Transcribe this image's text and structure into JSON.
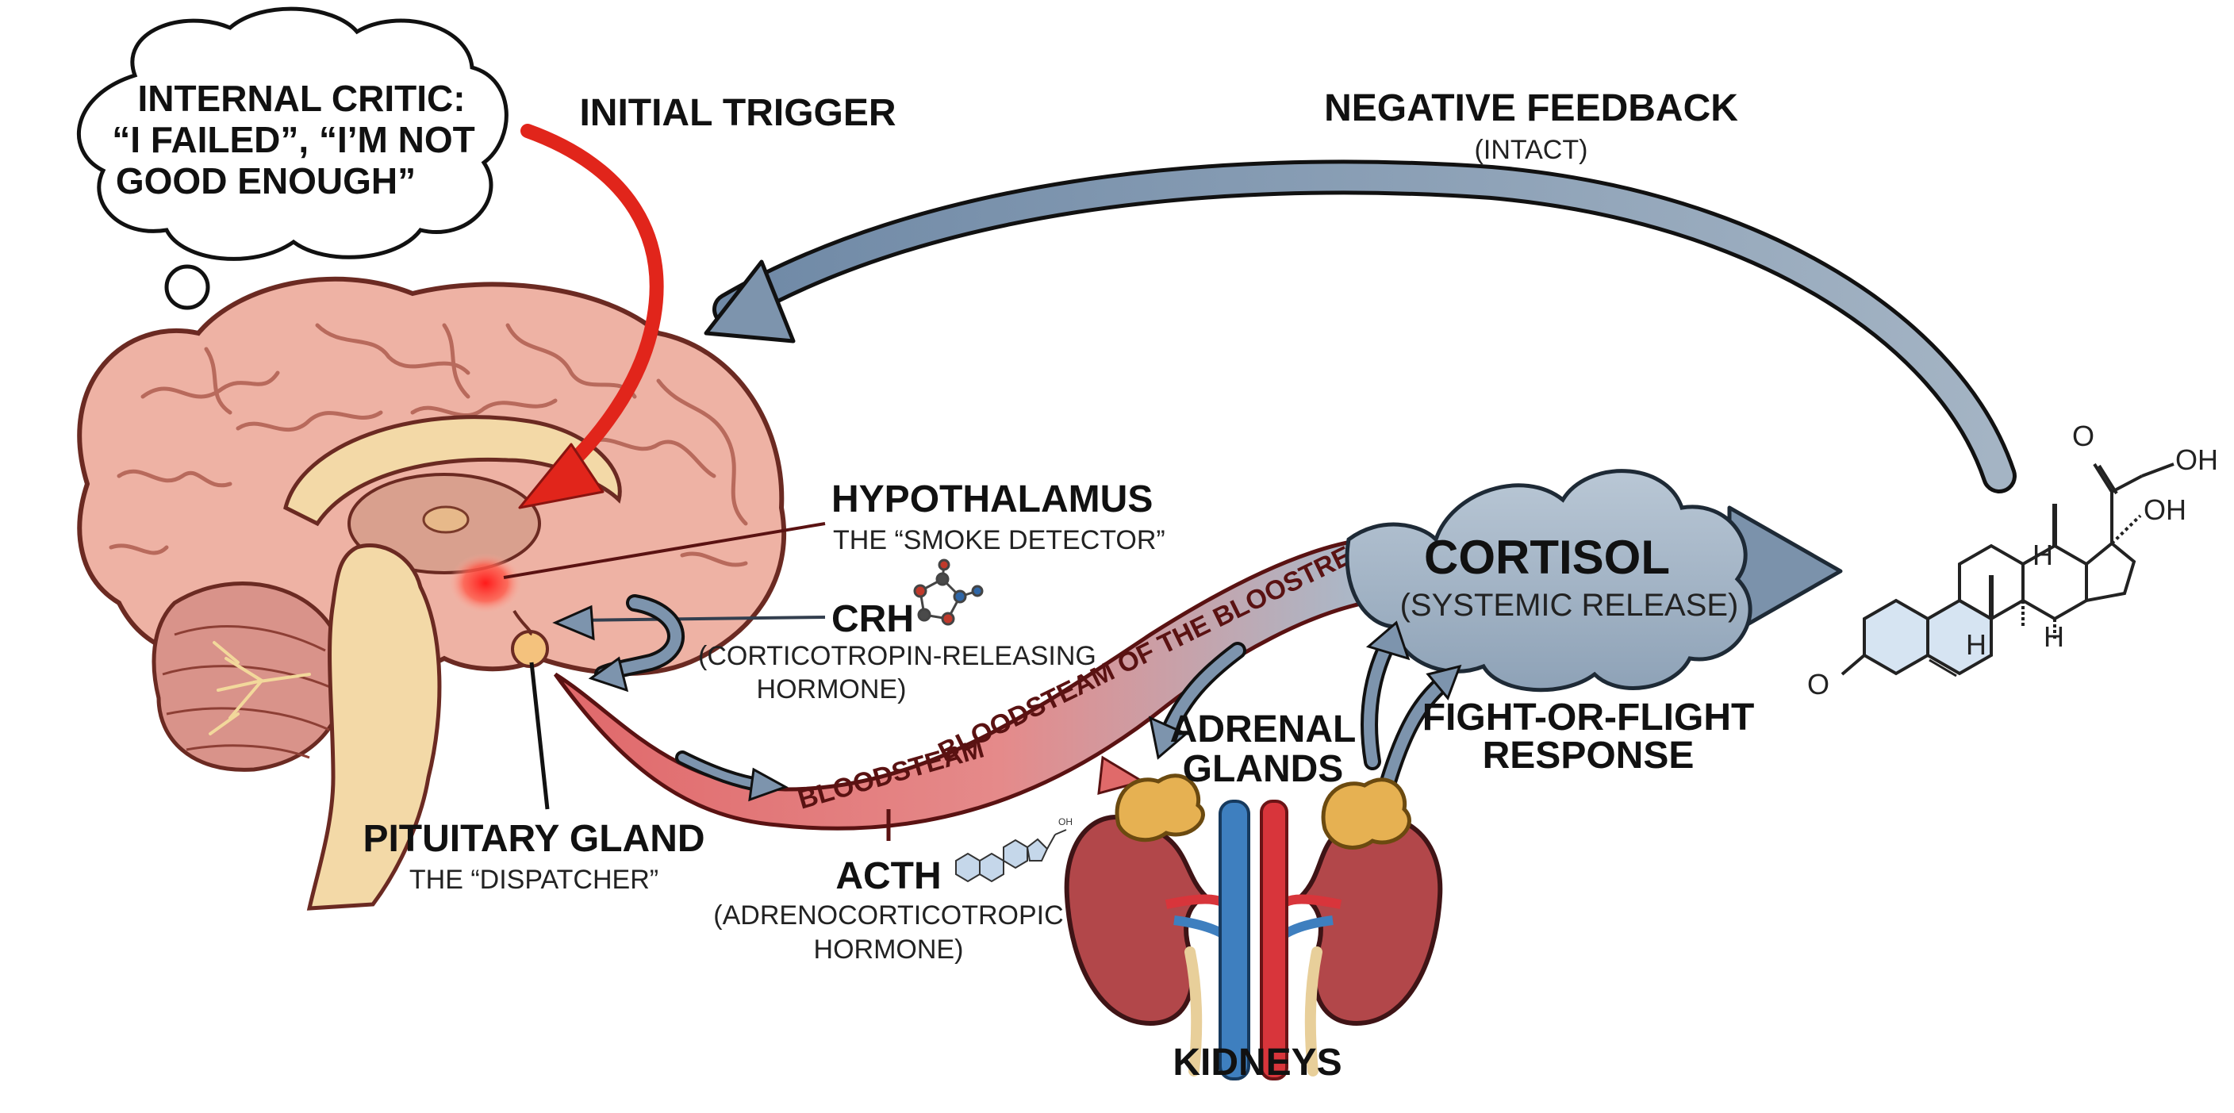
{
  "thought": {
    "line1": "INTERNAL CRITIC:",
    "line2": "“I FAILED”, “I’M NOT",
    "line3": "GOOD ENOUGH”"
  },
  "trigger": {
    "label": "INITIAL TRIGGER"
  },
  "feedback": {
    "title": "NEGATIVE FEEDBACK",
    "subtitle": "(INTACT)"
  },
  "hypothalamus": {
    "title": "HYPOTHALAMUS",
    "subtitle": "THE “SMOKE DETECTOR”"
  },
  "crh": {
    "title": "CRH",
    "line1": "(CORTICOTROPIN-RELEASING",
    "line2": "HORMONE)"
  },
  "pituitary": {
    "title": "PITUITARY GLAND",
    "subtitle": "THE “DISPATCHER”"
  },
  "bloodstream": {
    "upper": "BLOODSTEAM OF THE BLOOSTREAM",
    "lower": "BLOODSTEAM"
  },
  "acth": {
    "title": "ACTH",
    "line1": "(ADRENOCORTICOTROPIC",
    "line2": "HORMONE)"
  },
  "cortisol": {
    "title": "CORTISOL",
    "subtitle": "(SYSTEMIC RELEASE)"
  },
  "adrenal": {
    "line1": "ADRENAL",
    "line2": "GLANDS"
  },
  "fight": {
    "line1": "FIGHT-OR-FLIGHT",
    "line2": "RESPONSE"
  },
  "kidneys": {
    "label": "KIDNEYS"
  },
  "molecule": {
    "o1": "O",
    "oh1": "OH",
    "oh2": "OH",
    "h1": "H",
    "h2": "H",
    "h3": "H",
    "o2": "O"
  },
  "acth_molecule": {
    "oh": "OH"
  },
  "colors": {
    "trigger_red": "#e1251b",
    "feedback_blue": "#7d94ad",
    "blood_red": "#e06a6a",
    "cortisol_gray": "#9eb0c2",
    "brain_pink": "#eeb2a4",
    "kidney": "#b2474a",
    "adrenal": "#e6b152"
  }
}
